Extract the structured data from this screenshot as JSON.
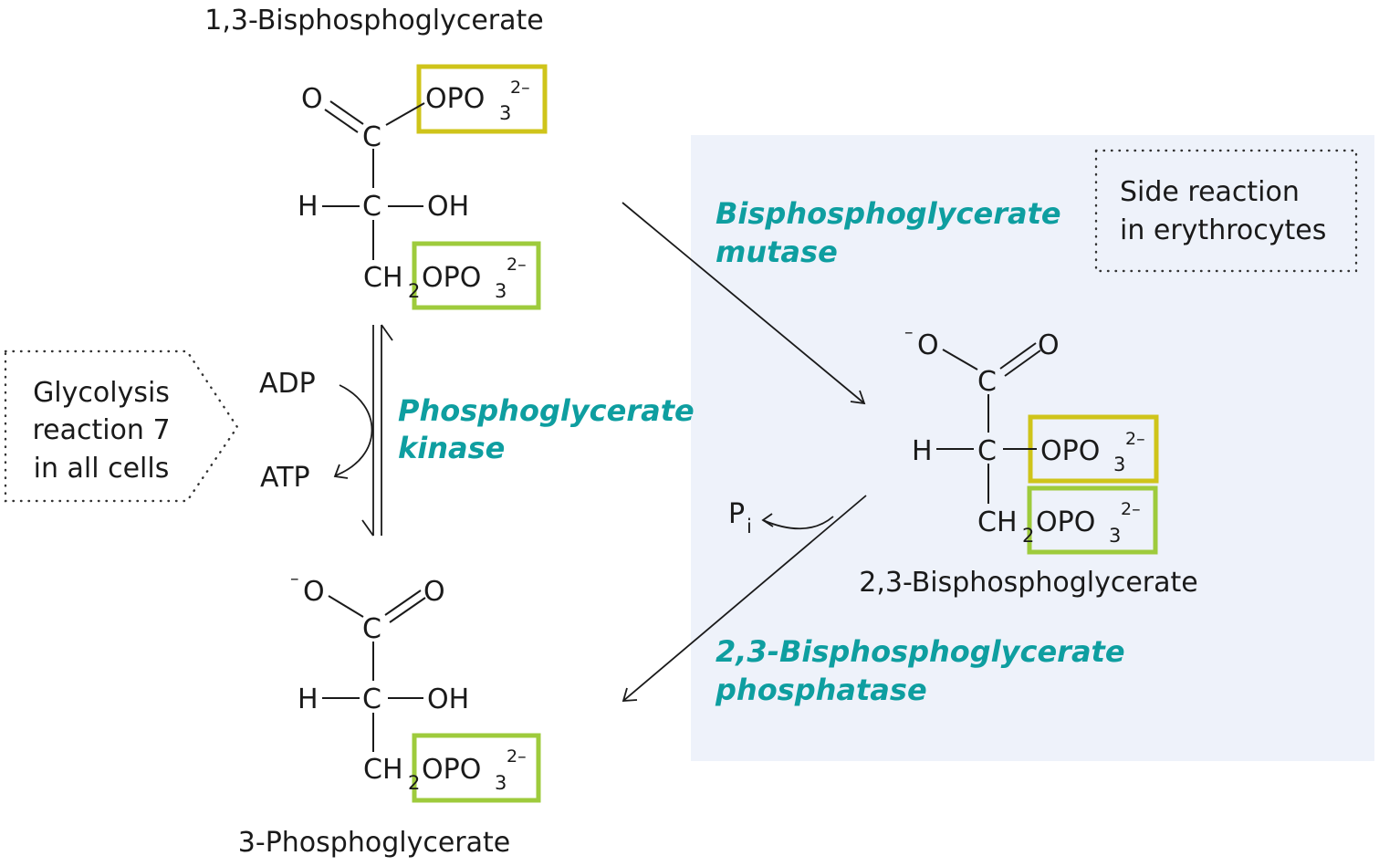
{
  "colors": {
    "side_panel": "#eef2fa",
    "enzyme_text": "#0e9ea0",
    "box_yellow": "#cfc41a",
    "box_green": "#9ecb3c"
  },
  "labels": {
    "bpg13": "1,3-Bisphosphoglycerate",
    "pg3": "3-Phosphoglycerate",
    "bpg23": "2,3-Bisphosphoglycerate"
  },
  "enzymes": {
    "mutase_line1": "Bisphosphoglycerate",
    "mutase_line2": "mutase",
    "kinase_line1": "Phosphoglycerate",
    "kinase_line2": "kinase",
    "phosphatase_line1": "2,3-Bisphosphoglycerate",
    "phosphatase_line2": "phosphatase"
  },
  "cofactors": {
    "adp": "ADP",
    "atp": "ATP",
    "pi_p": "P",
    "pi_sub": "i"
  },
  "notes": {
    "side_line1": "Side reaction",
    "side_line2": "in erythrocytes",
    "glyc_line1": "Glycolysis",
    "glyc_line2": "reaction 7",
    "glyc_line3": "in all cells"
  },
  "atoms": {
    "O": "O",
    "C": "C",
    "H": "H",
    "OH": "OH",
    "CH": "CH",
    "two": "2",
    "OPO": "OPO",
    "three": "3",
    "charge": "2–",
    "minus": "–"
  }
}
